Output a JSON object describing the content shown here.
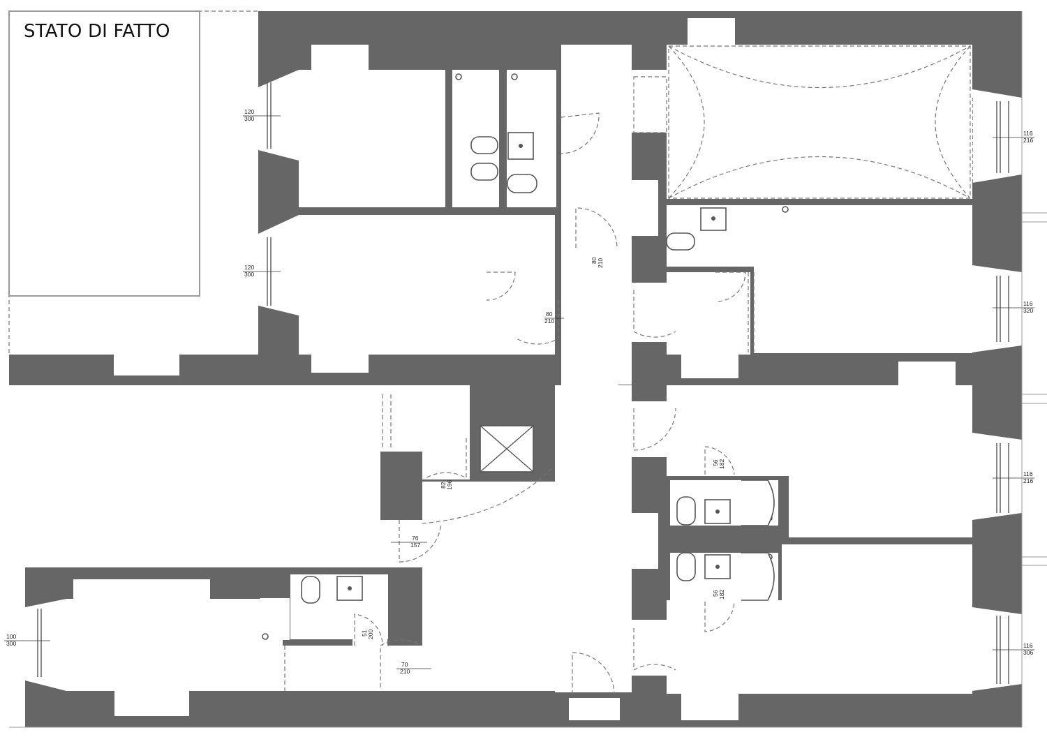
{
  "title": "STATO DI FATTO",
  "openings": [
    {
      "id": "w1",
      "w": "120",
      "h": "300"
    },
    {
      "id": "w2",
      "w": "120",
      "h": "300"
    },
    {
      "id": "w3",
      "w": "116",
      "h": "216"
    },
    {
      "id": "w4",
      "w": "116",
      "h": "320"
    },
    {
      "id": "w5",
      "w": "116",
      "h": "216"
    },
    {
      "id": "w6",
      "w": "116",
      "h": "306"
    },
    {
      "id": "w7",
      "w": "100",
      "h": "300"
    },
    {
      "id": "d1",
      "w": "80",
      "h": "210"
    },
    {
      "id": "d2",
      "w": "80",
      "h": "210"
    },
    {
      "id": "d3",
      "w": "82",
      "h": "196"
    },
    {
      "id": "d4",
      "w": "76",
      "h": "157"
    },
    {
      "id": "d5",
      "w": "56",
      "h": "182"
    },
    {
      "id": "d6",
      "w": "56",
      "h": "182"
    },
    {
      "id": "d7",
      "w": "51",
      "h": "200"
    },
    {
      "id": "d8",
      "w": "70",
      "h": "210"
    }
  ],
  "colors": {
    "wall": "#666666",
    "background": "#ffffff",
    "line": "#777777"
  }
}
